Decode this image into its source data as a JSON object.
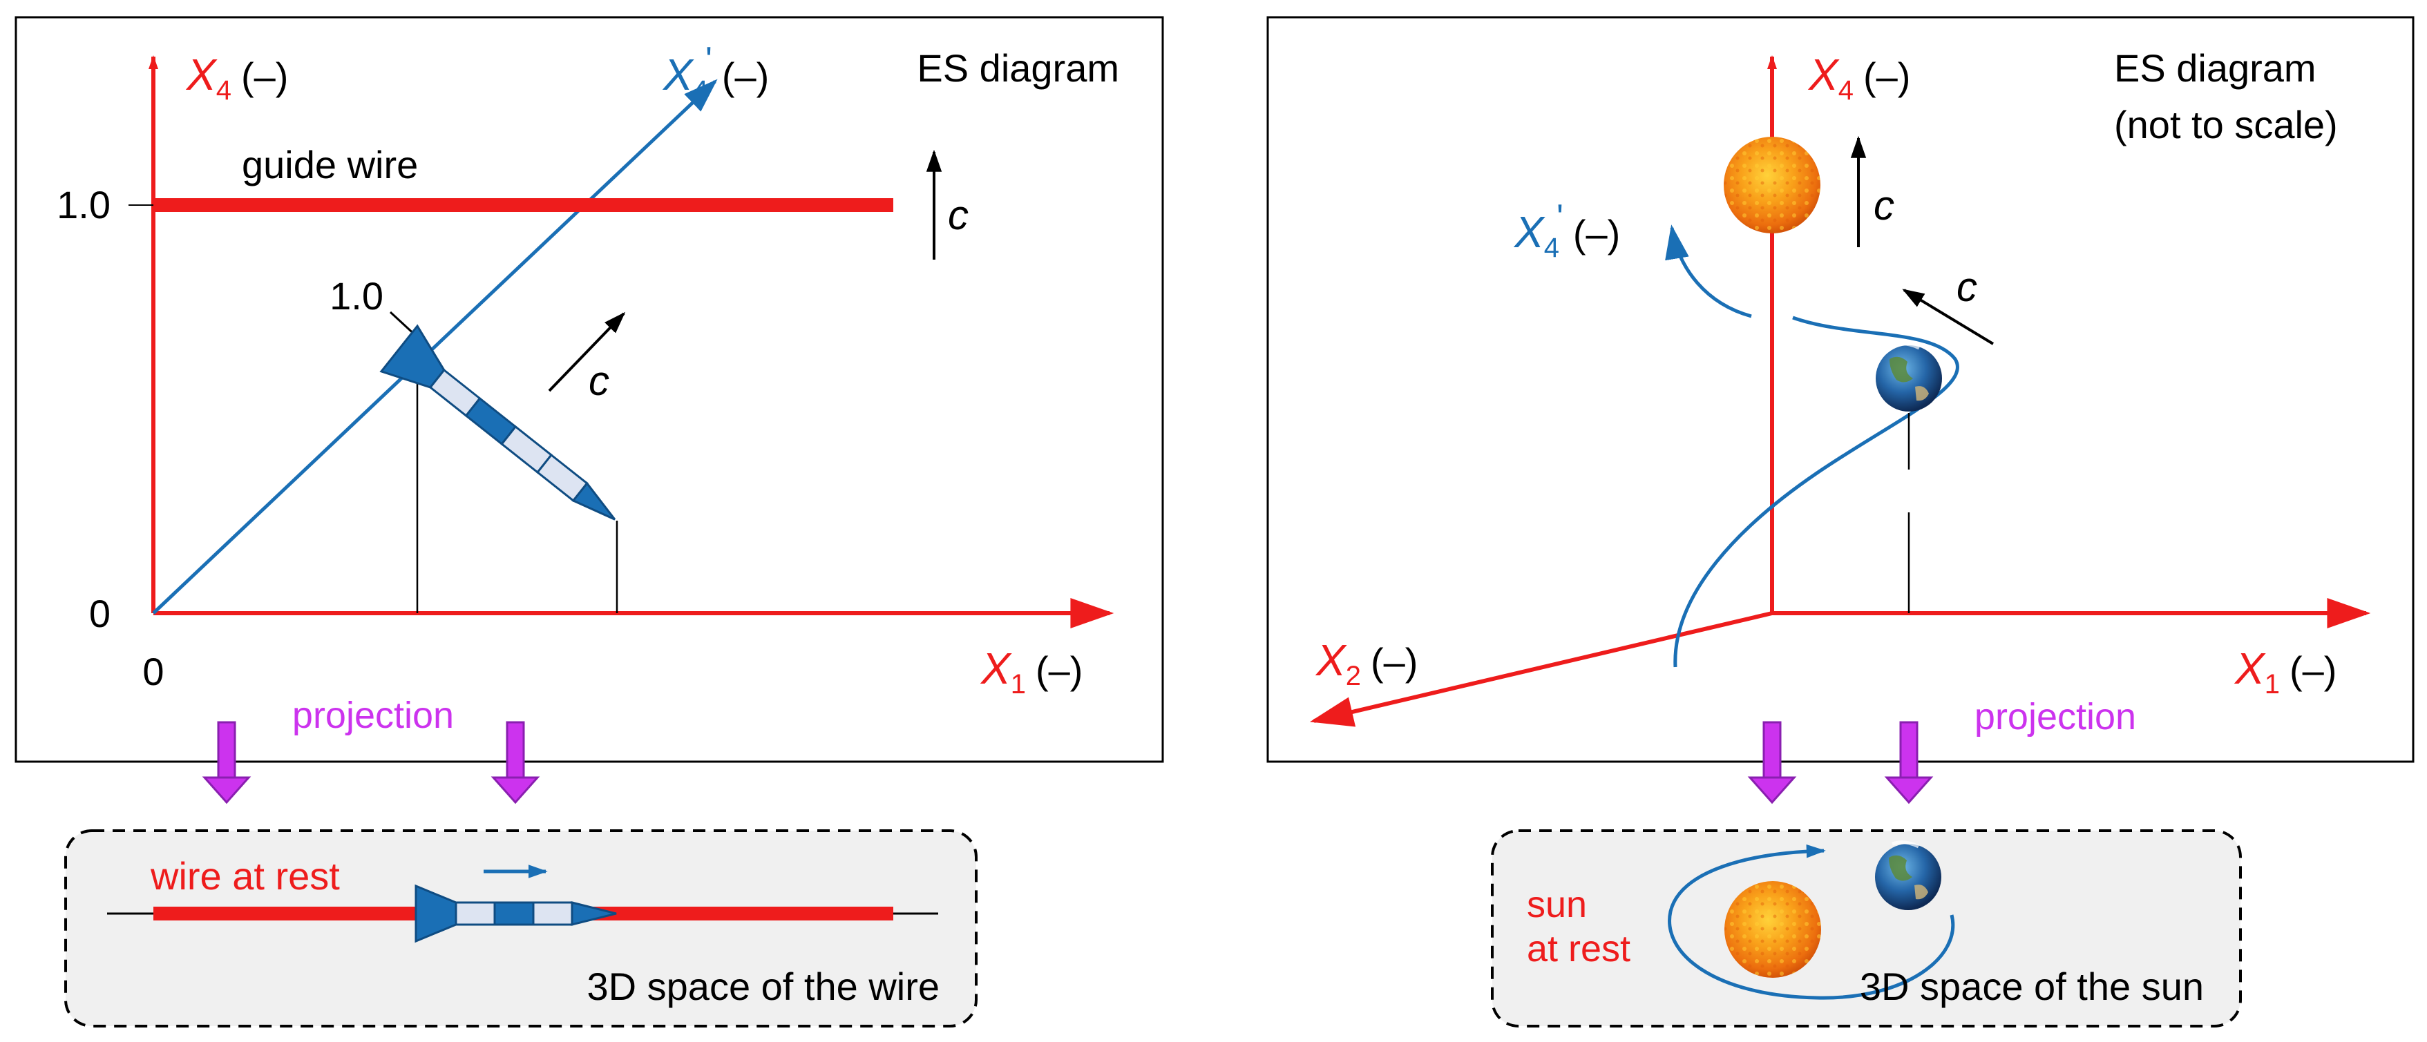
{
  "colors": {
    "red": "#ee1c1c",
    "blue": "#1a6fb5",
    "purple": "#cc33ee",
    "purple_dark": "#8a1fb0",
    "black": "#000000",
    "panel_bg": "#f0f0f0",
    "sun": "#f28a12"
  },
  "left": {
    "title": "ES diagram",
    "x4_label": "X",
    "x4_sub": "4",
    "x4_unit": "(–)",
    "x4p_label": "X",
    "x4p_sub": "4",
    "x4p_prime": "'",
    "x4p_unit": "(–)",
    "x1_label": "X",
    "x1_sub": "1",
    "x1_unit": "(–)",
    "guide_wire": "guide wire",
    "tick_1": "1.0",
    "tick_0_y": "0",
    "tick_0_x": "0",
    "rocket_tick": "1.0",
    "c_label_1": "c",
    "c_label_2": "c",
    "projection": "projection",
    "bottom": {
      "wire_at_rest": "wire at rest",
      "space_label": "3D space of the wire"
    }
  },
  "right": {
    "title_line1": "ES diagram",
    "title_line2": "(not to scale)",
    "x4_label": "X",
    "x4_sub": "4",
    "x4_unit": "(–)",
    "x4p_label": "X",
    "x4p_sub": "4",
    "x4p_prime": "'",
    "x4p_unit": "(–)",
    "x1_label": "X",
    "x1_sub": "1",
    "x1_unit": "(–)",
    "x2_label": "X",
    "x2_sub": "2",
    "x2_unit": "(–)",
    "c_label_1": "c",
    "c_label_2": "c",
    "projection": "projection",
    "bottom": {
      "sun_line1": "sun",
      "sun_line2": "at rest",
      "space_label": "3D space of the sun"
    },
    "icons": [
      "sun-icon",
      "earth-icon"
    ]
  }
}
